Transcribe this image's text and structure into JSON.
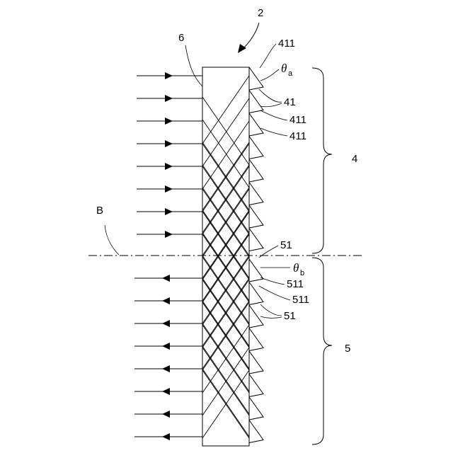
{
  "labels": {
    "device": "2",
    "plate": "6",
    "axis": "B",
    "upper_group": "4",
    "lower_group": "5",
    "ref_411_top": "411",
    "ref_41": "41",
    "ref_411_a": "411",
    "ref_411_b": "411",
    "ref_51_top": "51",
    "ref_511_a": "511",
    "ref_511_b": "511",
    "ref_51_bottom": "51"
  },
  "angles": {
    "theta_a": {
      "symbol": "θ",
      "subscript": "a"
    },
    "theta_b": {
      "symbol": "θ",
      "subscript": "b"
    }
  },
  "rays": {
    "incoming_count": 8,
    "outgoing_count": 8
  }
}
